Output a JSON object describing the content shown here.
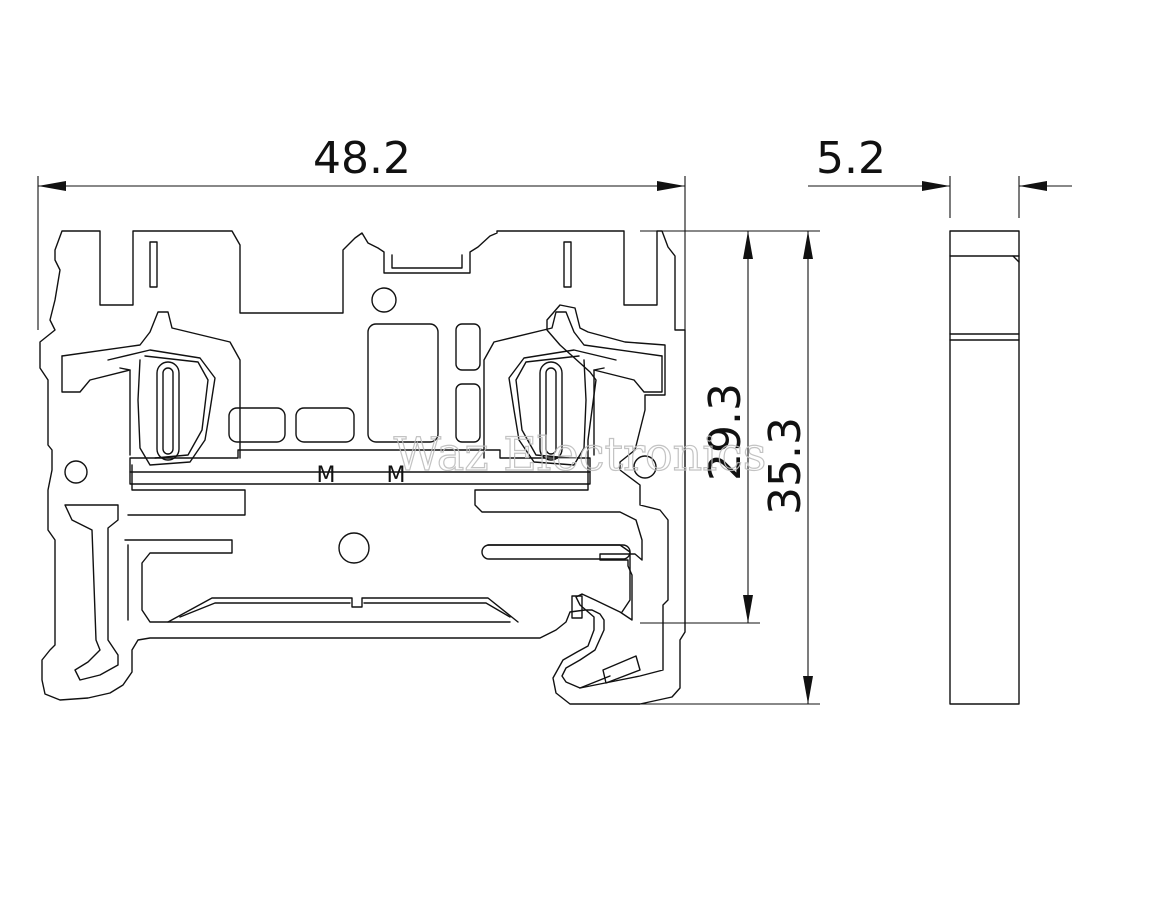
{
  "dimensions": {
    "length": "48.2",
    "width": "5.2",
    "height_inner": "29.3",
    "height_total": "35.3"
  },
  "markings": {
    "left": "M",
    "right": "M"
  },
  "watermark": "Waz Electronics"
}
